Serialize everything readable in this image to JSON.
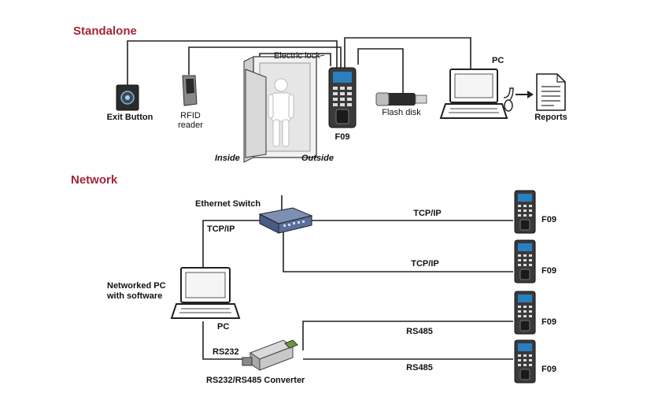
{
  "standalone": {
    "title": "Standalone",
    "exit_button": "Exit Button",
    "rfid_line1": "RFID",
    "rfid_line2": "reader",
    "electric_lock": "Electric lock",
    "inside": "Inside",
    "outside": "Outside",
    "device": "F09",
    "flash_disk": "Flash disk",
    "pc": "PC",
    "reports": "Reports"
  },
  "network": {
    "title": "Network",
    "ethernet_switch": "Ethernet Switch",
    "tcpip_left": "TCP/IP",
    "tcpip_1": "TCP/IP",
    "tcpip_2": "TCP/IP",
    "rs485_1": "RS485",
    "rs485_2": "RS485",
    "pc_line1": "Networked PC",
    "pc_line2": "with software",
    "pc": "PC",
    "rs232": "RS232",
    "converter": "RS232/RS485 Converter",
    "devices": [
      "F09",
      "F09",
      "F09",
      "F09"
    ]
  },
  "colors": {
    "title": "#a3263a",
    "device_body": "#3a3a3a",
    "device_screen": "#2a7fbf",
    "switch_body": "#5a6f9a",
    "usb_body": "#2b2b2b",
    "converter_body": "#c8c8c8",
    "converter_terminal": "#6a9a3a"
  }
}
